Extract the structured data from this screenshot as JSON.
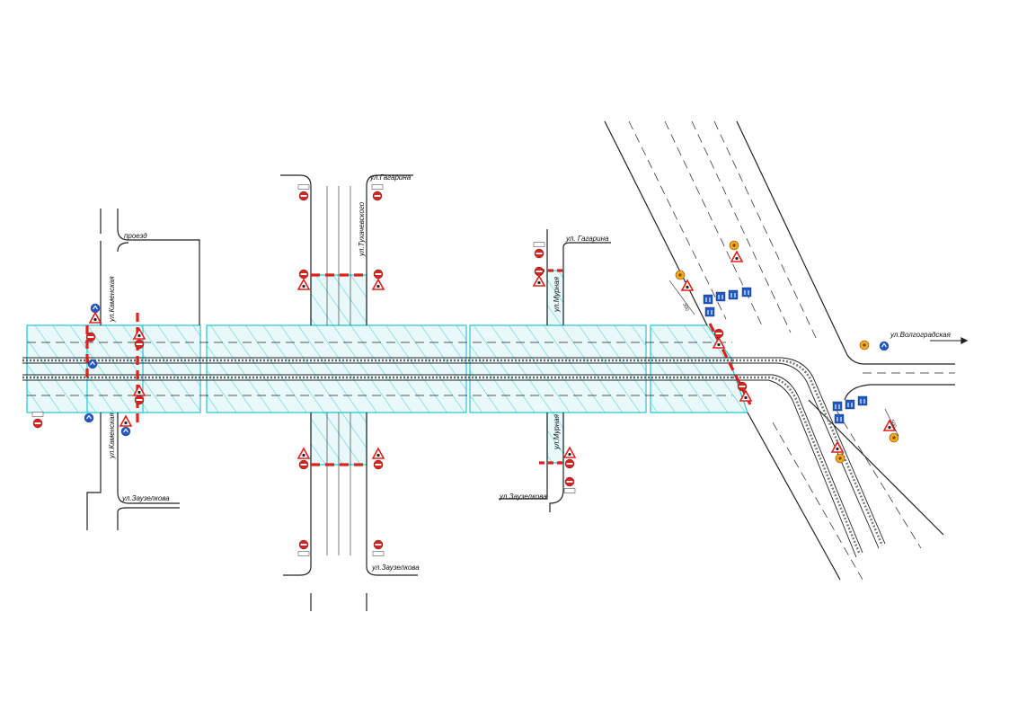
{
  "colors": {
    "work_zone_fill": "#e3f7f9",
    "work_zone_border": "#23c8d2",
    "road_line": "#222222",
    "barrier_red": "#e0201c",
    "sign_blue": "#1f59c8",
    "sign_yellow": "#f5a623"
  },
  "streets": {
    "proezd": "проезд",
    "kamenskaya_top": "ул.Каменская",
    "kamenskaya_bottom": "ул.Каменская",
    "zauzelkova_left": "ул.Заузелкова",
    "gagarina_1": "ул.Гагарина",
    "tukhachevskogo": "ул.Тухачевского",
    "zauzelkova_mid": "ул.Заузелкова",
    "gagarina_2": "ул. Гагарина",
    "murnaya_top": "ул.Мурная",
    "murnaya_bottom": "ул.Мурная",
    "zauzelkova_right": "ул.Заузелкова",
    "volgogradskaya": "ул.Волгоградская"
  },
  "dimensions": {
    "d_upper": "300",
    "d_lower": "500"
  },
  "icons": {
    "no_entry": "no-entry-icon",
    "road_works": "road-works-icon",
    "traffic_light": "traffic-light-icon",
    "direction": "direction-arrow-icon",
    "lane_sign": "lane-direction-icon"
  }
}
